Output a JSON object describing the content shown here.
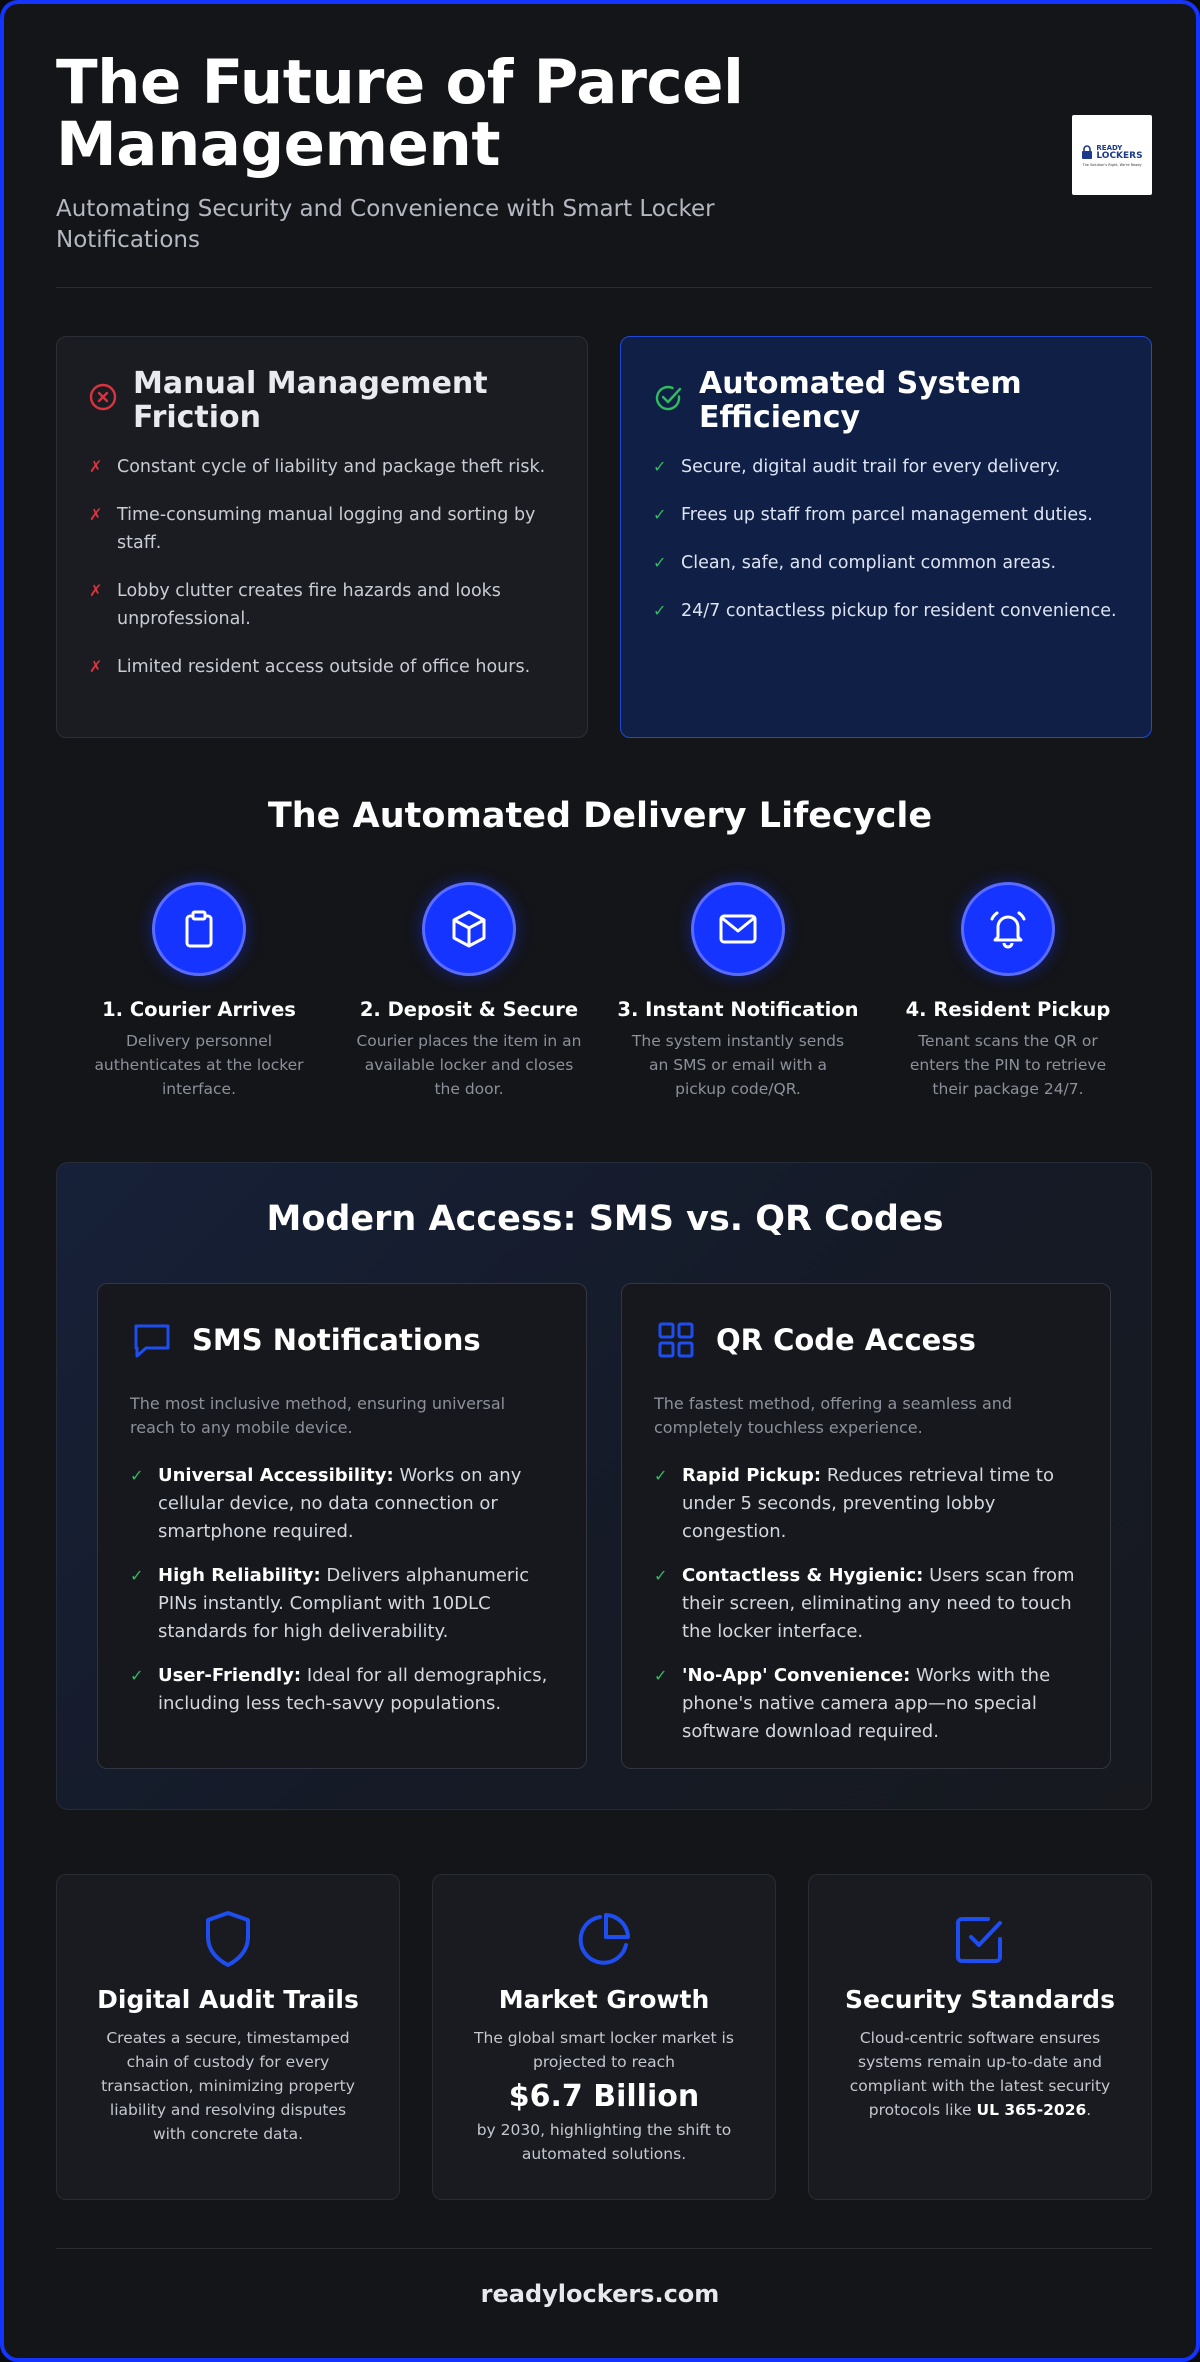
{
  "header": {
    "title": "The Future of Parcel Management",
    "subtitle": "Automating Security and Convenience with Smart Locker Notifications",
    "logo": {
      "line1": "READY",
      "line2": "LOCKERS",
      "tagline": "The Solution's Right, We're Ready"
    }
  },
  "manual": {
    "title": "Manual Management Friction",
    "icon": "x-circle-icon",
    "items": [
      "Constant cycle of liability and package theft risk.",
      "Time-consuming manual logging and sorting by staff.",
      "Lobby clutter creates fire hazards and looks unprofessional.",
      "Limited resident access outside of office hours."
    ]
  },
  "automated": {
    "title": "Automated System Efficiency",
    "icon": "check-circle-icon",
    "items": [
      "Secure, digital audit trail for every delivery.",
      "Frees up staff from parcel management duties.",
      "Clean, safe, and compliant common areas.",
      "24/7 contactless pickup for resident convenience."
    ]
  },
  "lifecycle": {
    "title": "The Automated Delivery Lifecycle",
    "steps": [
      {
        "title": "1. Courier Arrives",
        "desc": "Delivery personnel authenticates at the locker interface.",
        "icon": "clipboard-icon"
      },
      {
        "title": "2. Deposit & Secure",
        "desc": "Courier places the item in an available locker and closes the door.",
        "icon": "box-icon"
      },
      {
        "title": "3. Instant Notification",
        "desc": "The system instantly sends an SMS or email with a pickup code/QR.",
        "icon": "mail-icon"
      },
      {
        "title": "4. Resident Pickup",
        "desc": "Tenant scans the QR or enters the PIN to retrieve their package 24/7.",
        "icon": "bell-icon"
      }
    ]
  },
  "access": {
    "title": "Modern Access: SMS vs. QR Codes",
    "sms": {
      "title": "SMS Notifications",
      "desc": "The most inclusive method, ensuring universal reach to any mobile device.",
      "features": [
        {
          "label": "Universal Accessibility:",
          "text": " Works on any cellular device, no data connection or smartphone required."
        },
        {
          "label": "High Reliability:",
          "text": " Delivers alphanumeric PINs instantly. Compliant with 10DLC standards for high deliverability."
        },
        {
          "label": "User-Friendly:",
          "text": " Ideal for all demographics, including less tech-savvy populations."
        }
      ]
    },
    "qr": {
      "title": "QR Code Access",
      "desc": "The fastest method, offering a seamless and completely touchless experience.",
      "features": [
        {
          "label": "Rapid Pickup:",
          "text": " Reduces retrieval time to under 5 seconds, preventing lobby congestion."
        },
        {
          "label": "Contactless & Hygienic:",
          "text": " Users scan from their screen, eliminating any need to touch the locker interface."
        },
        {
          "label": "'No-App' Convenience:",
          "text": " Works with the phone's native camera app—no special software download required."
        }
      ]
    }
  },
  "stats": {
    "audit": {
      "title": "Digital Audit Trails",
      "desc": "Creates a secure, timestamped chain of custody for every transaction, minimizing property liability and resolving disputes with concrete data."
    },
    "market": {
      "title": "Market Growth",
      "desc_pre": "The global smart locker market is projected to reach",
      "value": "$6.7 Billion",
      "desc_post": "by 2030, highlighting the shift to automated solutions."
    },
    "security": {
      "title": "Security Standards",
      "desc_pre": "Cloud-centric software ensures systems remain up-to-date and compliant with the latest security protocols like ",
      "highlight": "UL 365-2026",
      "desc_post": "."
    }
  },
  "footer": {
    "url": "readylockers.com"
  },
  "colors": {
    "accent": "#1534ff",
    "check": "#2ebd5f",
    "cross": "#d8333f",
    "background": "#141519"
  }
}
